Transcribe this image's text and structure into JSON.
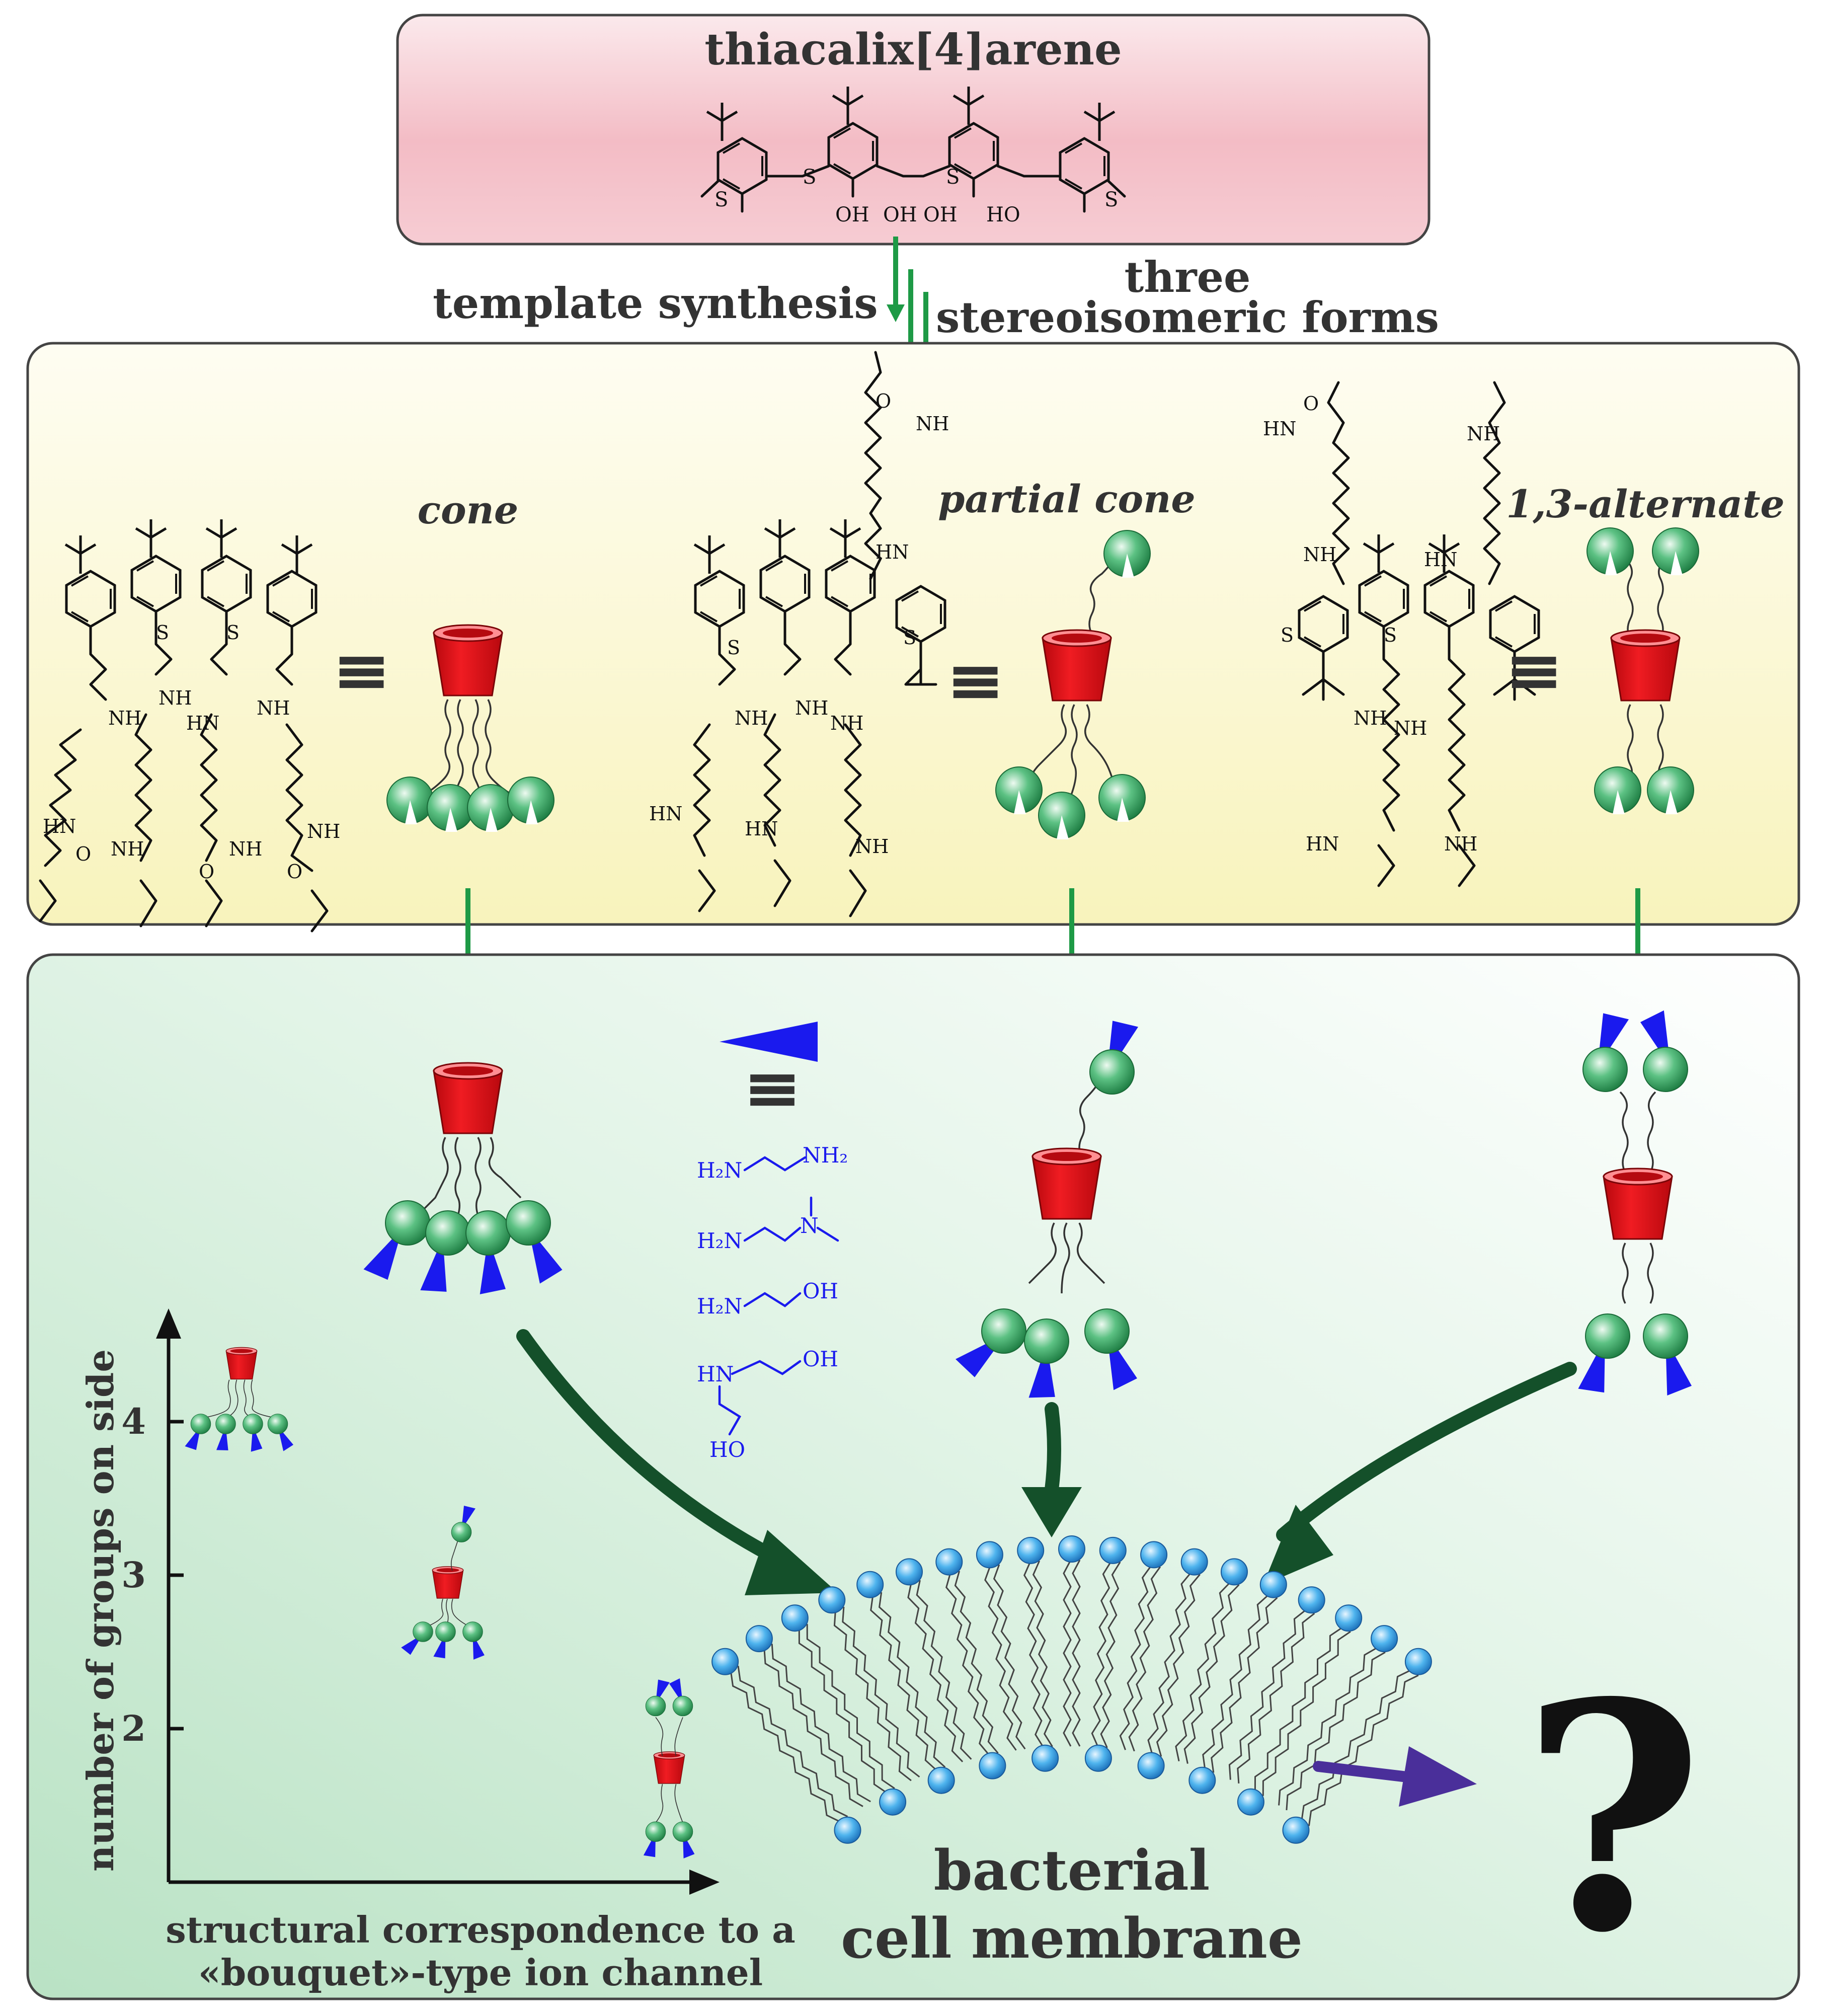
{
  "colors": {
    "top_box_fill": "#f2b9c1",
    "middle_box_fill": "#fbf7c8",
    "bottom_box_fill": "#c9ead2",
    "arrow_green": "#1e9a46",
    "curved_arrow_dark_green": "#14502a",
    "cup_red": "#e8141a",
    "ball_green": "#3fae6b",
    "wedge_blue": "#1a1aee",
    "lipid_head_blue": "#3aa6e6",
    "purple_arrow": "#4a2f9a"
  },
  "top": {
    "title": "thiacalix[4]arene",
    "chem_labels": {
      "S": "S",
      "OH": "OH",
      "HO": "HO"
    }
  },
  "transition": {
    "synthesis": "template synthesis",
    "forms_line1": "three",
    "forms_line2": "stereoisomeric forms"
  },
  "middle": {
    "cone_label": "cone",
    "partial_cone_label": "partial cone",
    "alternate_label": "1,3-alternate",
    "equiv_symbol": "≡",
    "chem_labels": {
      "NH": "NH",
      "HN": "HN",
      "O": "O",
      "S": "S"
    }
  },
  "bottom": {
    "equiv_symbol": "≡",
    "amines": [
      "H2N–CH2CH2–NH2",
      "H2N–CH2CH2–N(CH3)2",
      "H2N–CH2CH2–OH",
      "HN(CH2CH2OH)2"
    ],
    "amine_text": {
      "H2N": "H₂N",
      "NH2": "NH₂",
      "HN": "HN",
      "OH": "OH",
      "HO": "HO",
      "N": "N"
    },
    "membrane_line1": "bacterial",
    "membrane_line2": "cell membrane",
    "question_mark": "?",
    "graph": {
      "ylabel": "number of groups on side",
      "xlabel_line1": "structural correspondence to a",
      "xlabel_line2": "«bouquet»-type ion channel",
      "yticks": [
        "2",
        "3",
        "4"
      ],
      "points": [
        {
          "isomer": "cone",
          "groups_on_side": 4
        },
        {
          "isomer": "partial cone",
          "groups_on_side": 3
        },
        {
          "isomer": "1,3-alternate",
          "groups_on_side": 2
        }
      ]
    }
  }
}
